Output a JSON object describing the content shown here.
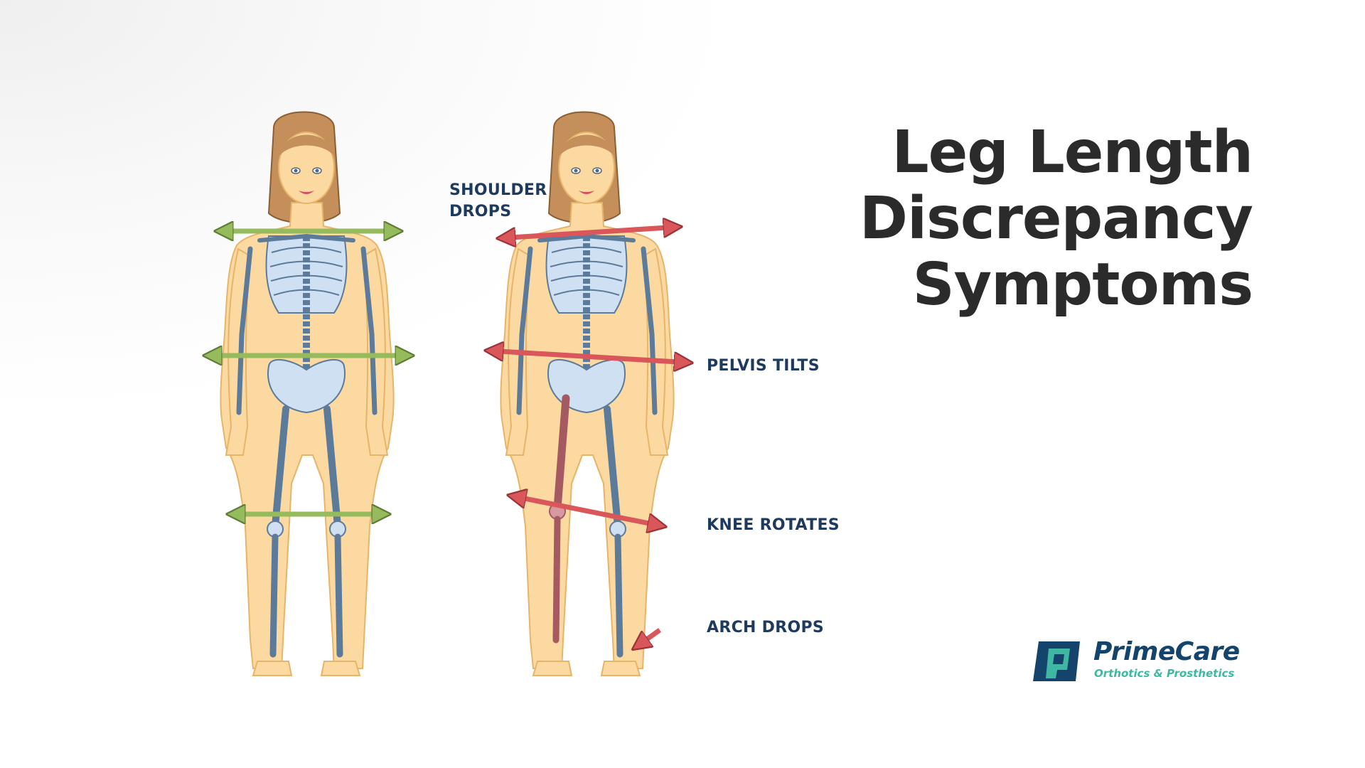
{
  "title": {
    "line1": "Leg Length",
    "line2": "Discrepancy",
    "line3": "Symptoms"
  },
  "labels": {
    "shoulder": {
      "line1": "SHOULDER",
      "line2": "DROPS"
    },
    "pelvis": "PELVIS TILTS",
    "knee": "KNEE ROTATES",
    "arch": "ARCH DROPS"
  },
  "logo": {
    "name": "PrimeCare",
    "tagline": "Orthotics & Prosthetics"
  },
  "colors": {
    "title": "#2b2b2b",
    "label": "#1e3a5f",
    "level_arrow": "#95bb5c",
    "tilted_arrow": "#d9575a",
    "skin": "#fbd9a0",
    "bone": "#cfe0f2",
    "bone_outline": "#5c7a9a",
    "hair": "#c48f5a",
    "short_leg": "#d79aa0",
    "logo_navy": "#14446c",
    "logo_teal": "#3fb8a3"
  }
}
